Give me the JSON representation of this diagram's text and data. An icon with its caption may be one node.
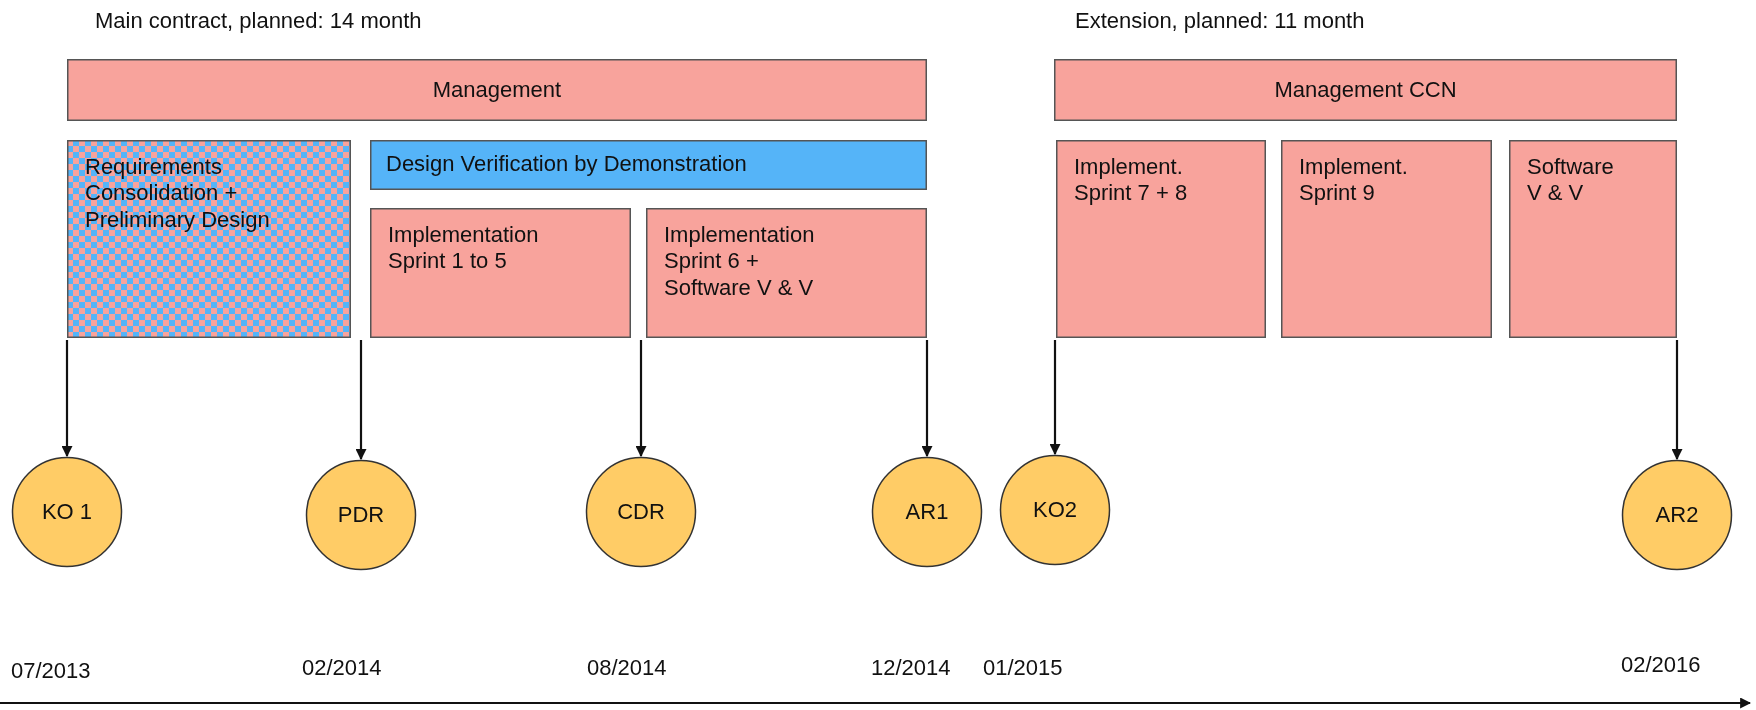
{
  "diagram": {
    "nodes": [
      {
        "text": [
          "Management"
        ]
      },
      {
        "text": [
          "Management CCN"
        ]
      },
      {
        "text": [
          "Requirements Consolidation + Preliminary Design"
        ]
      },
      {
        "text": [
          "Design Verification by Demonstration"
        ]
      },
      {
        "text": [
          "Implementation Sprint 1 to 5"
        ]
      },
      {
        "text": [
          "Implementation Sprint 6 + Software V & V"
        ]
      },
      {
        "text": [
          "Implement. Sprint 7 + 8"
        ]
      },
      {
        "text": [
          "Implement. Sprint 9"
        ]
      },
      {
        "text": [
          "Software V & V"
        ]
      },
      {
        "text": [
          "KO 1"
        ]
      },
      {
        "text": [
          "PDR"
        ]
      },
      {
        "text": [
          "CDR"
        ]
      },
      {
        "text": [
          "AR1"
        ]
      },
      {
        "text": [
          "KO2"
        ]
      },
      {
        "text": [
          "AR2"
        ]
      }
    ],
    "edges": [
      {
        "from": 2,
        "to": 9,
        "arrow": "to"
      },
      {
        "from": 4,
        "to": 10,
        "arrow": "to"
      },
      {
        "from": 4,
        "to": 11,
        "arrow": "to"
      },
      {
        "from": 5,
        "to": 12,
        "arrow": "to"
      },
      {
        "from": 6,
        "to": 13,
        "arrow": "to"
      },
      {
        "from": 8,
        "to": 14,
        "arrow": "to"
      }
    ],
    "labels": [
      "Main contract, planned: 14 month",
      "Extension, planned: 11 month",
      "07/2013",
      "02/2014",
      "08/2014",
      "12/2014",
      "01/2015",
      "02/2016"
    ]
  }
}
